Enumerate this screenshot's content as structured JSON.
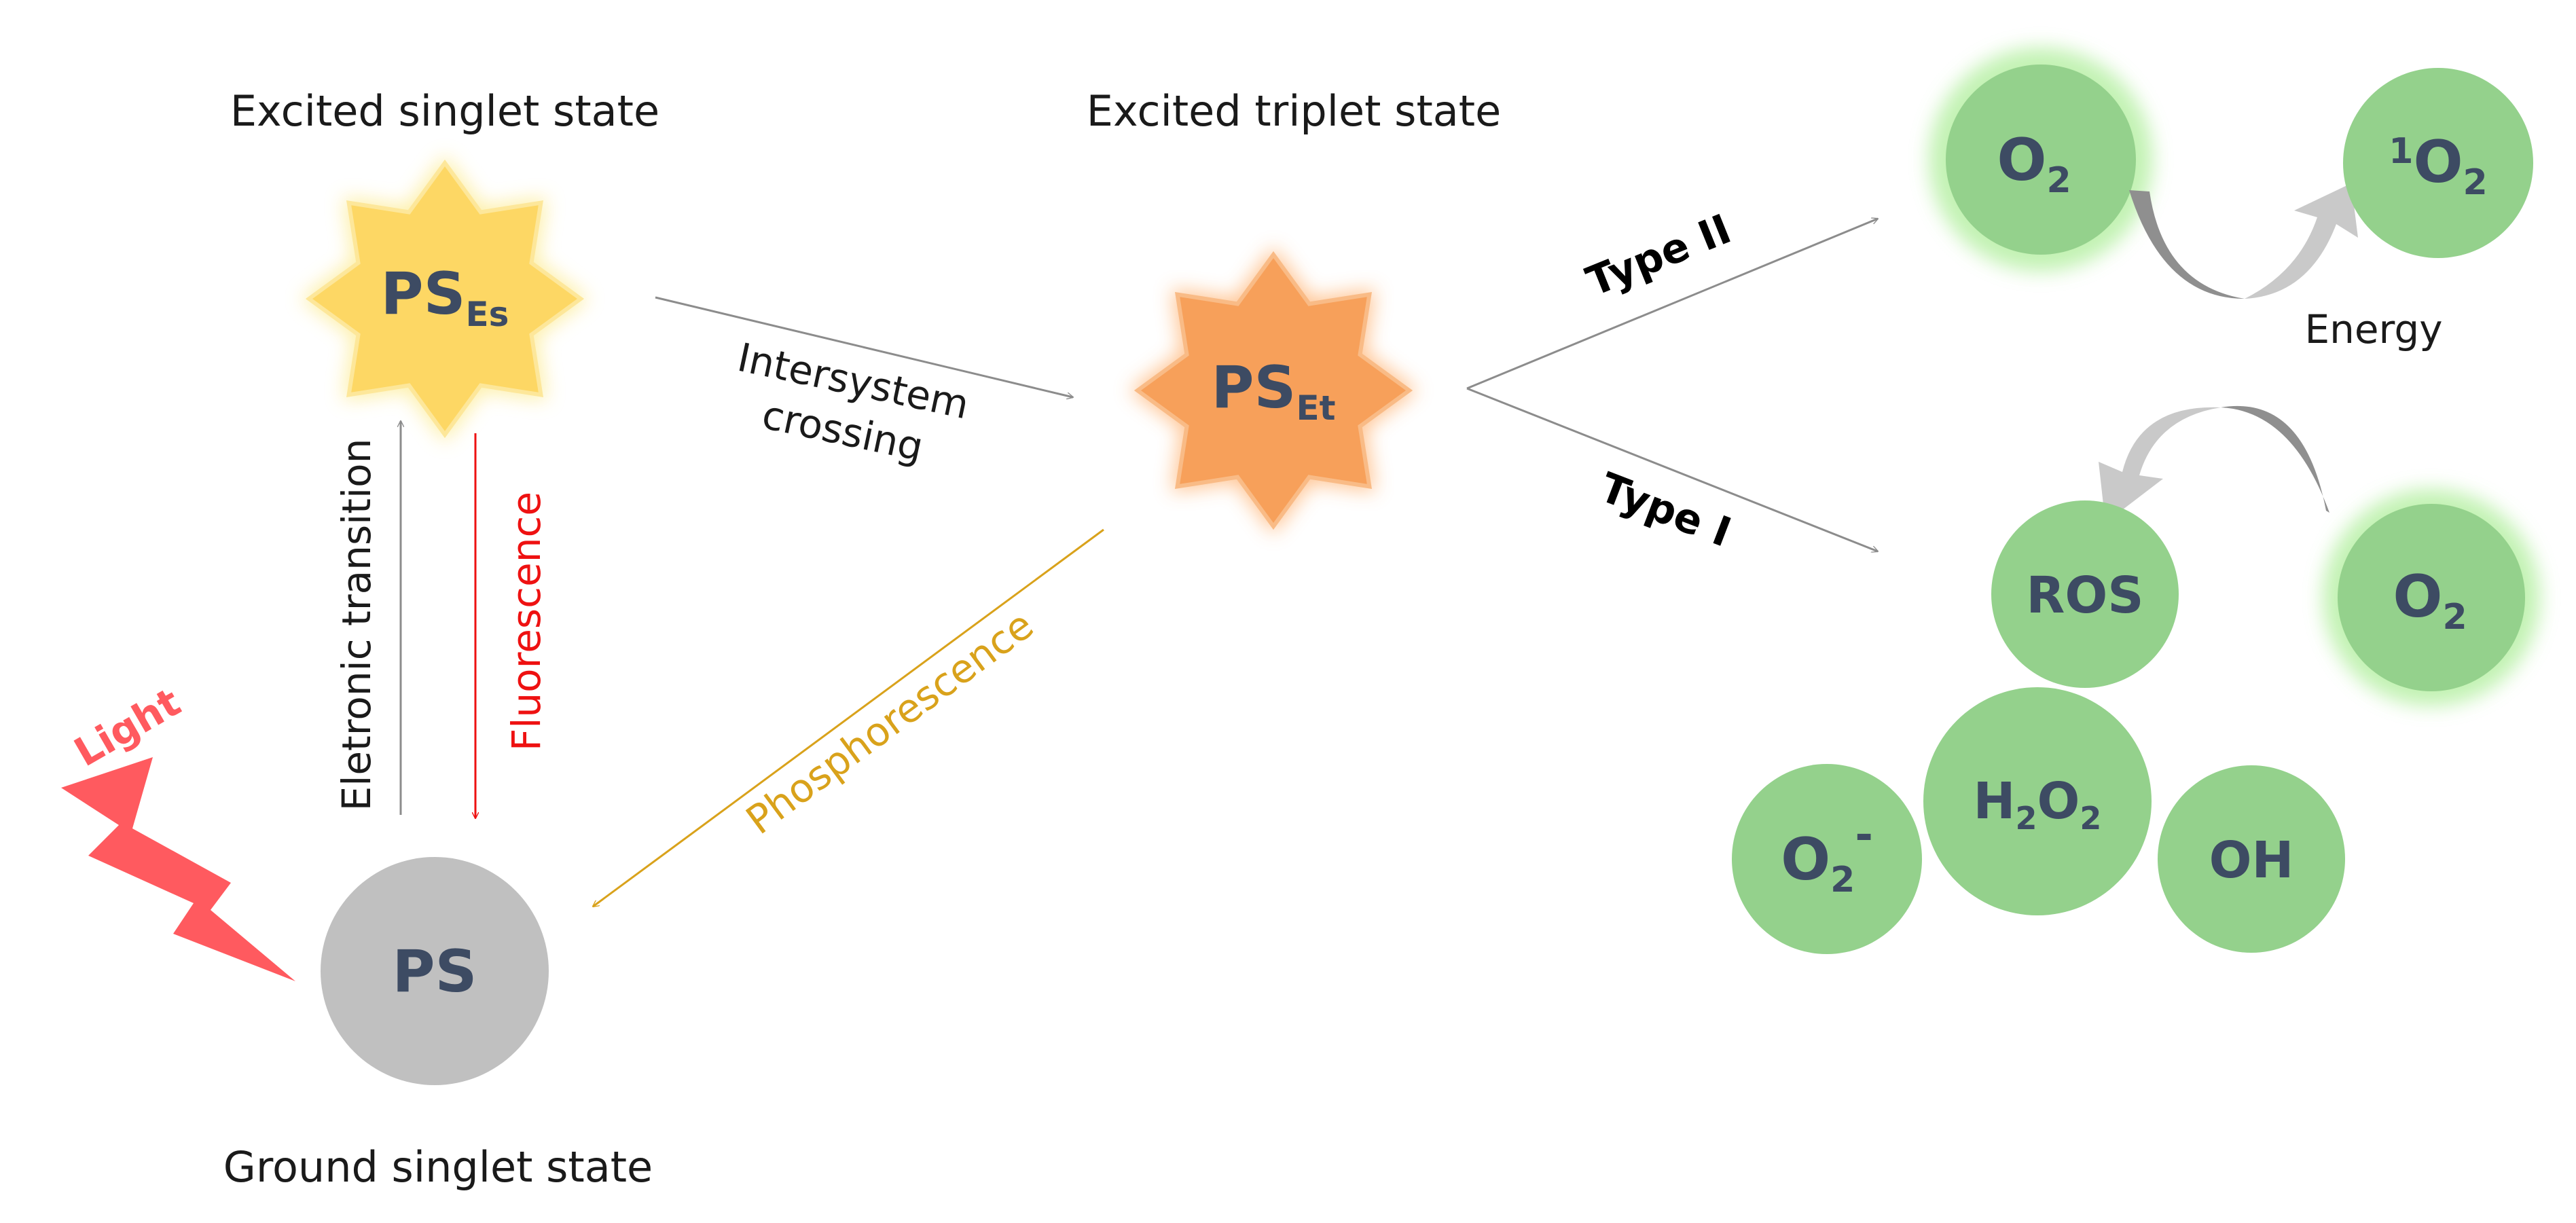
{
  "colors": {
    "star_singlet": "#fdd764",
    "star_triplet": "#f7a05a",
    "ground": "#c0c0c0",
    "oxygen_node": "#94d18c",
    "glow": "#b8f0a6",
    "node_text": "#3d4b63",
    "fluorescence": "#ee1111",
    "phosphorescence": "#d9a21b",
    "light": "#ff5a5f",
    "line_gray": "#8c8c8c",
    "curve_dark": "#8f8f8f",
    "curve_light": "#c9c9c9"
  },
  "states": {
    "singlet_label": "Excited singlet state",
    "triplet_label": "Excited triplet state",
    "ground_label": "Ground singlet state"
  },
  "nodes": {
    "ps_es_main": "PS",
    "ps_es_sub": "Es",
    "ps_et_main": "PS",
    "ps_et_sub": "Et",
    "ps": "PS",
    "o2_top_main": "O",
    "o2_top_sub": "2",
    "singlet_o2_sup": "1",
    "singlet_o2_main": "O",
    "singlet_o2_sub": "2",
    "ros": "ROS",
    "o2_right_main": "O",
    "o2_right_sub": "2",
    "superoxide_main": "O",
    "superoxide_sub": "2",
    "superoxide_sup": "-",
    "h2o2_h": "H",
    "h2o2_sub1": "2",
    "h2o2_o": "O",
    "h2o2_sub2": "2",
    "oh": "OH"
  },
  "labels": {
    "intersystem_line1": "Intersystem",
    "intersystem_line2": "crossing",
    "type_ii": "Type II",
    "type_i": "Type I",
    "energy": "Energy",
    "electronic_transition": "Eletronic transition",
    "fluorescence": "Fluorescence",
    "phosphorescence": "Phosphorescence",
    "light": "Light"
  }
}
